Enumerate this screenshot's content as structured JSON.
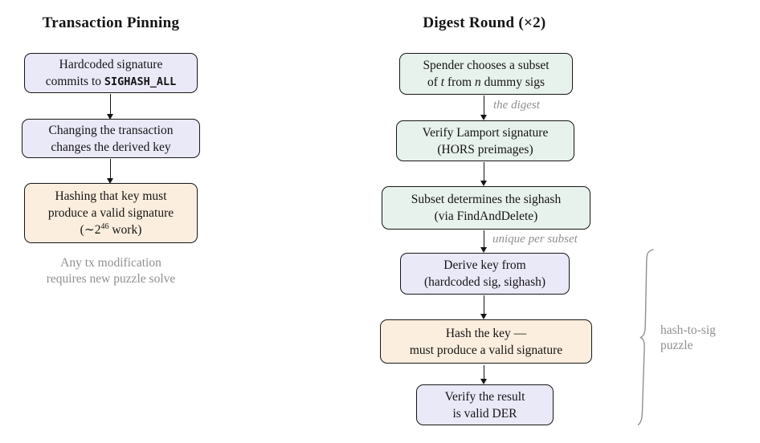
{
  "colors": {
    "lavender": "#eae9f8",
    "green": "#e8f2ec",
    "peach": "#fceede",
    "border": "#161616",
    "gray_text": "#8f8f8f",
    "background": "#ffffff"
  },
  "left": {
    "title": "Transaction Pinning",
    "boxes": {
      "hardcoded": {
        "line1": "Hardcoded signature",
        "line2_text": "commits to ",
        "line2_code": "SIGHASH_ALL"
      },
      "changing": {
        "line1": "Changing the transaction",
        "line2": "changes the derived key"
      },
      "hashing": {
        "line1": "Hashing that key must",
        "line2": "produce a valid signature",
        "line3_pre": "(∼2",
        "line3_sup": "46",
        "line3_post": " work)"
      }
    },
    "footnote": {
      "line1": "Any tx modification",
      "line2": "requires new puzzle solve"
    }
  },
  "right": {
    "title": "Digest Round (×2)",
    "boxes": {
      "spender": {
        "line1": "Spender chooses a subset",
        "line2_p1": "of ",
        "line2_v1": "t",
        "line2_p2": " from ",
        "line2_v2": "n",
        "line2_p3": " dummy sigs"
      },
      "verify_lamport": {
        "line1": "Verify Lamport signature",
        "line2": "(HORS preimages)"
      },
      "subset": {
        "line1": "Subset determines the sighash",
        "line2": "(via FindAndDelete)"
      },
      "derive": {
        "line1": "Derive key from",
        "line2": "(hardcoded sig, sighash)"
      },
      "hash_key": {
        "line1": "Hash the key —",
        "line2": "must produce a valid signature"
      },
      "verify_der": {
        "line1": "Verify the result",
        "line2": "is valid DER"
      }
    },
    "arrow_labels": {
      "digest": "the digest",
      "unique": "unique per subset"
    },
    "brace_label": {
      "line1": "hash-to-sig",
      "line2": "puzzle"
    }
  }
}
